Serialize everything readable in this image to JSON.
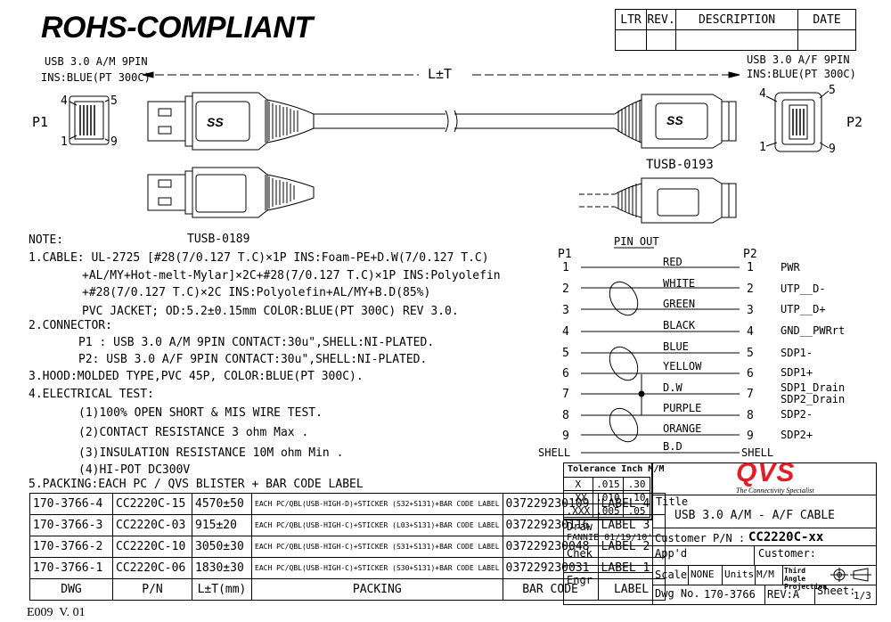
{
  "header": {
    "title": "ROHS-COMPLIANT"
  },
  "revision_table": {
    "headers": [
      "LTR",
      "REV.",
      "DESCRIPTION",
      "DATE"
    ]
  },
  "drawing": {
    "p1_connector": "USB 3.0 A/M 9PIN",
    "p1_ins": "INS:BLUE(PT 300C)",
    "p2_connector": "USB 3.0 A/F 9PIN",
    "p2_ins": "INS:BLUE(PT 300C)",
    "p1_label": "P1",
    "p2_label": "P2",
    "length_label": "L±T",
    "tusb_male": "TUSB-0189",
    "tusb_female": "TUSB-0193",
    "pin_numbers_p1": [
      "4",
      "5",
      "1",
      "9"
    ],
    "pin_numbers_p2": [
      "4",
      "5",
      "1",
      "9"
    ],
    "ss_logo": "SS"
  },
  "notes": {
    "heading": "NOTE:",
    "cable_1": "1.CABLE: UL-2725 [#28(7/0.127 T.C)×1P INS:Foam-PE+D.W(7/0.127 T.C)",
    "cable_2": "+AL/MY+Hot-melt-Mylar]×2C+#28(7/0.127 T.C)×1P INS:Polyolefin",
    "cable_3": "+#28(7/0.127 T.C)×2C INS:Polyolefin+AL/MY+B.D(85%)",
    "cable_4": "PVC JACKET; OD:5.2±0.15mm COLOR:BLUE(PT 300C) REV 3.0.",
    "connector_heading": "2.CONNECTOR:",
    "connector_p1": "P1 : USB 3.0 A/M 9PIN CONTACT:30u\",SHELL:NI-PLATED.",
    "connector_p2": "P2: USB 3.0 A/F 9PIN CONTACT:30u\",SHELL:NI-PLATED.",
    "hood": "3.HOOD:MOLDED TYPE,PVC 45P, COLOR:BLUE(PT 300C).",
    "electrical_heading": "4.ELECTRICAL TEST:",
    "test_1": "(1)100% OPEN SHORT & MIS WIRE TEST.",
    "test_2": "(2)CONTACT RESISTANCE 3 ohm Max .",
    "test_3": "(3)INSULATION RESISTANCE 10M ohm Min .",
    "test_4": "(4)HI-POT DC300V",
    "packing_heading": "5.PACKING:EACH PC / QVS BLISTER + BAR CODE LABEL"
  },
  "pinout": {
    "title": "PIN OUT",
    "p1": "P1",
    "p2": "P2",
    "rows": [
      {
        "left": "1",
        "color": "RED",
        "right": "1",
        "signal": "PWR"
      },
      {
        "left": "2",
        "color": "WHITE",
        "right": "2",
        "signal": "UTP__D-"
      },
      {
        "left": "3",
        "color": "GREEN",
        "right": "3",
        "signal": "UTP__D+"
      },
      {
        "left": "4",
        "color": "BLACK",
        "right": "4",
        "signal": "GND__PWRrt"
      },
      {
        "left": "5",
        "color": "BLUE",
        "right": "5",
        "signal": "SDP1-"
      },
      {
        "left": "6",
        "color": "YELLOW",
        "right": "6",
        "signal": "SDP1+"
      },
      {
        "left": "7",
        "color": "D.W",
        "right": "7",
        "signal": "SDP1_Drain"
      },
      {
        "left": "8",
        "color": "PURPLE",
        "right": "8",
        "signal": "SDP2-"
      },
      {
        "left": "9",
        "color": "ORANGE",
        "right": "9",
        "signal": "SDP2+"
      },
      {
        "left": "SHELL",
        "color": "B.D",
        "right": "SHELL",
        "signal": ""
      }
    ],
    "signal_7b": "SDP2_Drain"
  },
  "packing_table": {
    "headers": [
      "DWG",
      "P/N",
      "L±T(mm)",
      "PACKING",
      "BAR CODE",
      "LABEL"
    ],
    "rows": [
      [
        "170-3766-4",
        "CC2220C-15",
        "4570±50",
        "EACH PC/QBL(USB-HIGH-D)+STICKER (S32+S131)+BAR CODE LABEL",
        "037229230109",
        "LABEL 4"
      ],
      [
        "170-3766-3",
        "CC2220C-03",
        "915±20",
        "EACH PC/QBL(USB-HIGH-C)+STICKER (L03+S131)+BAR CODE LABEL",
        "037229230116",
        "LABEL 3"
      ],
      [
        "170-3766-2",
        "CC2220C-10",
        "3050±30",
        "EACH PC/QBL(USB-HIGH-C)+STICKER (S31+S131)+BAR CODE LABEL",
        "037229230048",
        "LABEL 2"
      ],
      [
        "170-3766-1",
        "CC2220C-06",
        "1830±30",
        "EACH PC/QBL(USB-HIGH-C)+STICKER (S30+S131)+BAR CODE LABEL",
        "037229230031",
        "LABEL 1"
      ]
    ]
  },
  "tolerance": {
    "title": "Tolerance Inch M/M",
    "rows": [
      [
        "X",
        ".015",
        ".30"
      ],
      [
        ".XX",
        ".010",
        ".10"
      ],
      [
        ".XXX",
        ".005",
        ".05"
      ]
    ]
  },
  "title_block": {
    "logo": "QVS",
    "logo_sub": "The Connectivity Specialist",
    "title_label": "Title",
    "title_value": "USB 3.0 A/M - A/F  CABLE",
    "draw_label": "Draw",
    "draw_value": "FANNIE 01/19/10'",
    "customer_pn_label": "Customer P/N :",
    "customer_pn_value": "CC2220C-xx",
    "chek_label": "Chek",
    "appd_label": "App'd",
    "customer_label": "Customer:",
    "engr_label": "Engr",
    "scale_label": "Scale",
    "scale_value": "NONE",
    "units_label": "Units",
    "units_value": "M/M",
    "projection_label": "Third Angle Projection",
    "dwg_no_label": "Dwg No.",
    "dwg_no_value": "170-3766",
    "rev_label": "REV:A",
    "sheet_label": "Sheet:",
    "sheet_value": "1/3"
  },
  "footer": {
    "code": "E009  V. 01"
  }
}
